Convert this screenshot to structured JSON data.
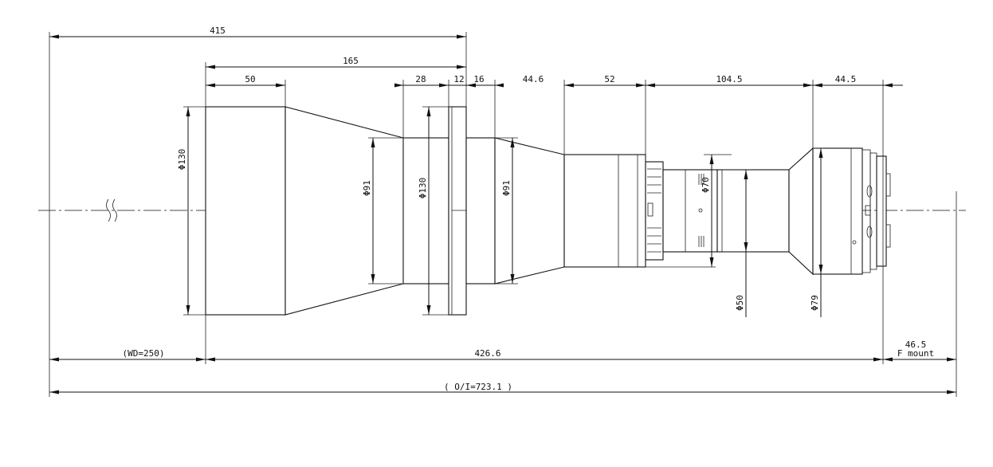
{
  "dimensions": {
    "top": [
      "415",
      "165",
      "50",
      "28",
      "12",
      "16",
      "44.6",
      "52",
      "104.5",
      "44.5"
    ],
    "diameters": [
      "Φ130",
      "Φ91",
      "Φ130",
      "Φ91",
      "Φ70",
      "Φ50",
      "Φ79"
    ],
    "bottom": {
      "wd": "(WD=250)",
      "length": "426.6",
      "mount_value": "46.5",
      "mount_name": "F mount",
      "oi": "( O/I=723.1 )"
    }
  },
  "colors": {
    "line": "#111111",
    "background": "#ffffff"
  }
}
